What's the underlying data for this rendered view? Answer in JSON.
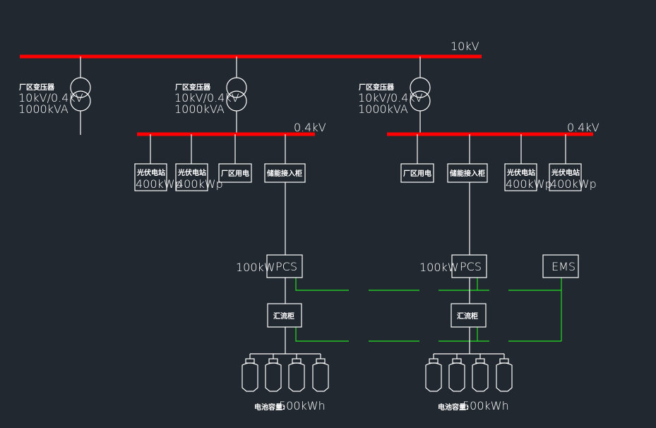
{
  "bus_hv": {
    "label": "10kV"
  },
  "transformers": [
    {
      "name": "厂区变压器",
      "ratio": "10kV/0.4kV",
      "rating": "1000kVA"
    },
    {
      "name": "厂区变压器",
      "ratio": "10kV/0.4kV",
      "rating": "1000kVA"
    },
    {
      "name": "厂区变压器",
      "ratio": "10kV/0.4kV",
      "rating": "1000kVA"
    }
  ],
  "bus_lv": [
    {
      "label": "0.4kV"
    },
    {
      "label": "0.4kV"
    }
  ],
  "feeders_left": [
    {
      "name": "光伏电站",
      "rating": "400kWp"
    },
    {
      "name": "光伏电站",
      "rating": "400kWp"
    },
    {
      "name": "厂区用电"
    },
    {
      "name": "储能接入柜"
    }
  ],
  "feeders_right": [
    {
      "name": "厂区用电"
    },
    {
      "name": "储能接入柜"
    },
    {
      "name": "光伏电站",
      "rating": "400kWp"
    },
    {
      "name": "光伏电站",
      "rating": "400kWp"
    }
  ],
  "storage": [
    {
      "pcs_rating": "100kW",
      "pcs": "PCS",
      "combiner": "汇流柜",
      "capacity_label": "电池容量:",
      "capacity": "500kWh"
    },
    {
      "pcs_rating": "100kW",
      "pcs": "PCS",
      "combiner": "汇流柜",
      "capacity_label": "电池容量:",
      "capacity": "500kWh"
    }
  ],
  "ems": {
    "label": "EMS"
  },
  "colors": {
    "bus": "#ff0000",
    "comm": "#22dd22",
    "background": "#212830"
  }
}
